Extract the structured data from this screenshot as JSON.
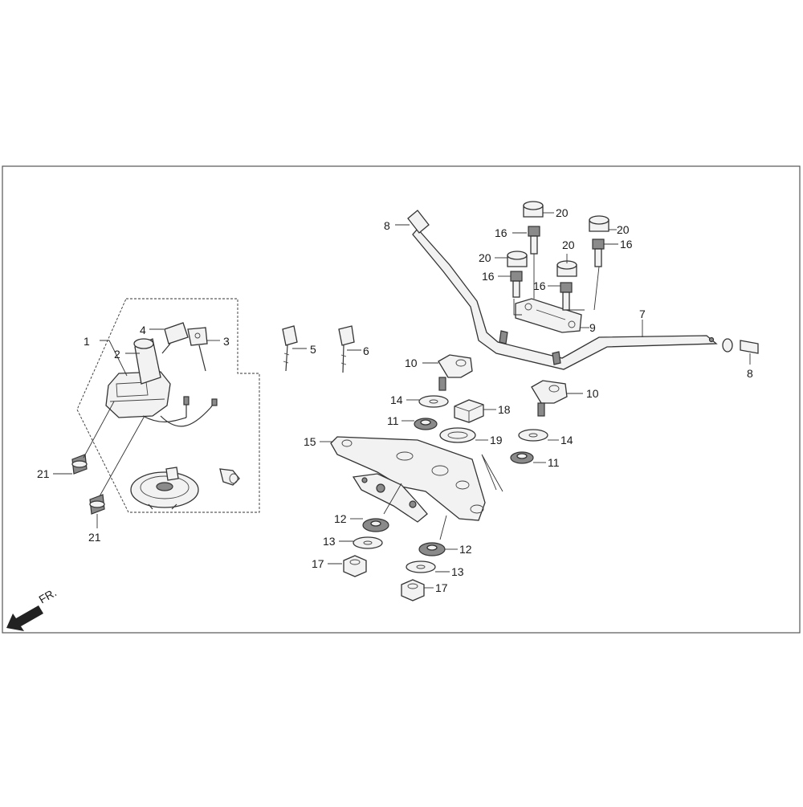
{
  "parts": {
    "p1": "1",
    "p2": "2",
    "p3": "3",
    "p4": "4",
    "p5": "5",
    "p6": "6",
    "p7": "7",
    "p8": "8",
    "p9": "9",
    "p10": "10",
    "p11": "11",
    "p12": "12",
    "p13": "13",
    "p14": "14",
    "p15": "15",
    "p16": "16",
    "p17": "17",
    "p18": "18",
    "p19": "19",
    "p20": "20",
    "p21": "21"
  },
  "direction_label": "FR."
}
